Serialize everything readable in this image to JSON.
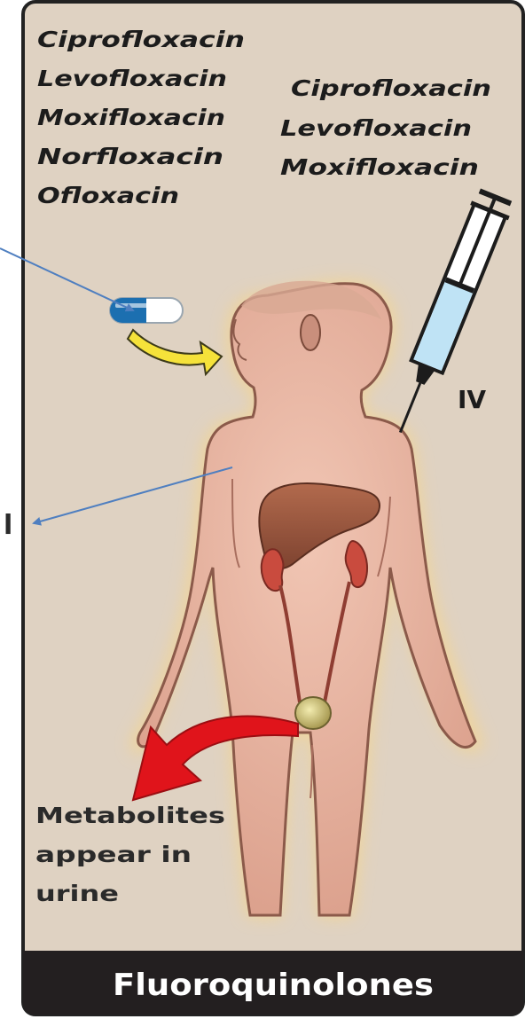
{
  "oral_drugs": [
    "Ciprofloxacin",
    "Levofloxacin",
    "Moxifloxacin",
    "Norfloxacin",
    "Ofloxacin"
  ],
  "iv_drugs": [
    "Ciprofloxacin",
    "Levofloxacin",
    "Moxifloxacin"
  ],
  "iv_label": "IV",
  "metabolites_lines": [
    "Metabolites",
    "appear in",
    "urine"
  ],
  "footer_title": "Fluoroquinolones",
  "cropped_letter": "l",
  "colors": {
    "panel_bg": "#dfd2c2",
    "footer_bg": "#231f20",
    "body_skin": "#e8b5a2",
    "glow": "#f6d58c",
    "arrow_blue": "#4f7fc0",
    "liver": "#9b5a40",
    "kidney": "#c94b3e",
    "excretion_arrow": "#e0141b",
    "syringe_fluid": "#bfe3f5",
    "capsule_blue": "#1c6fb0",
    "oral_arrow": "#f5e23a"
  }
}
